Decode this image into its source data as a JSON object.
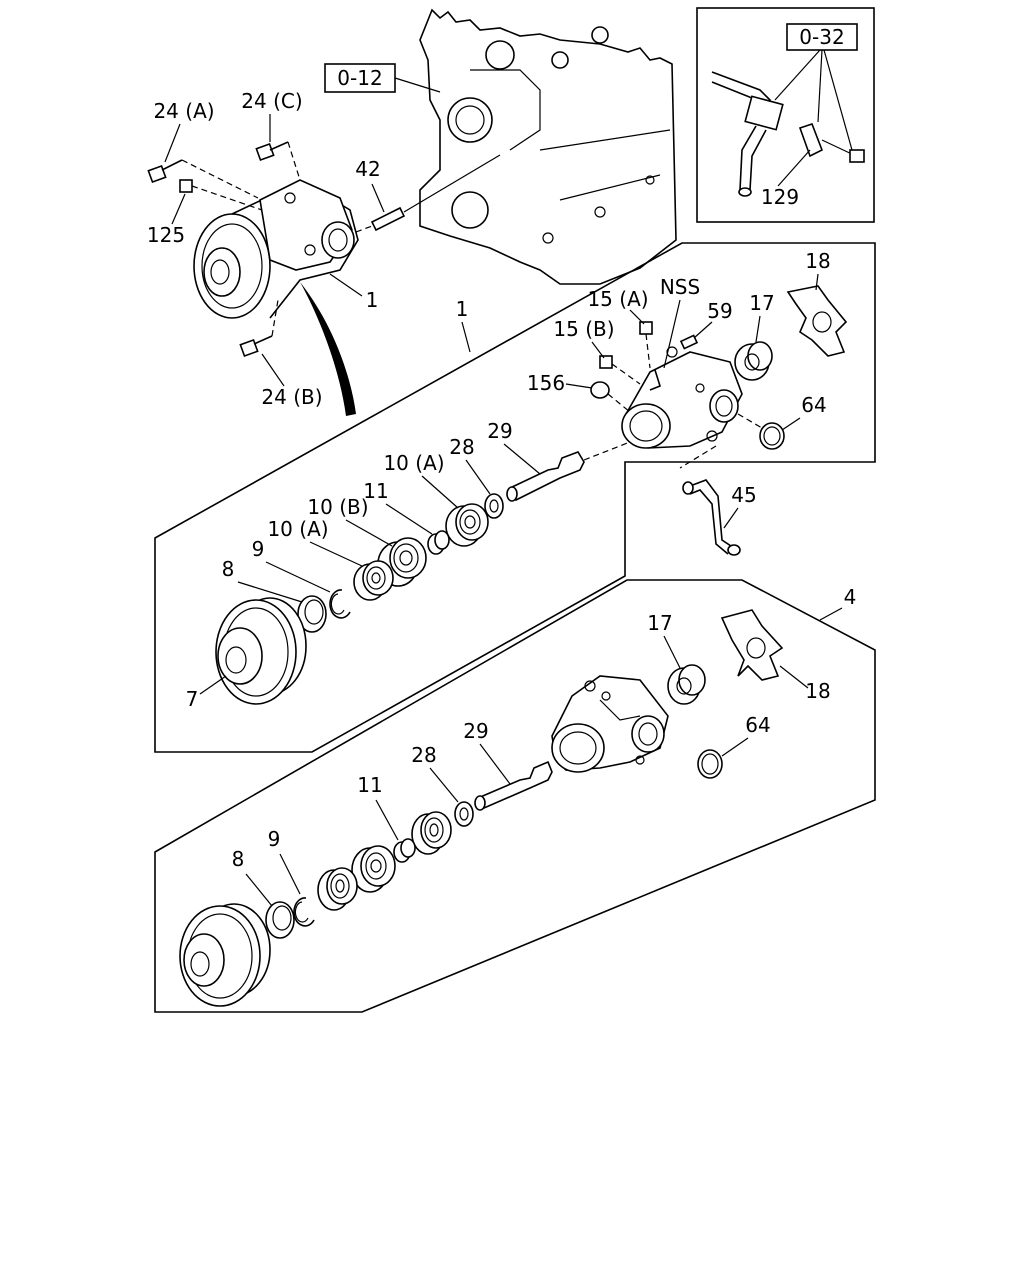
{
  "references": {
    "engine_block": "0-12",
    "bracket_view": "0-32"
  },
  "labels": {
    "bolt_a": "24 (A)",
    "bolt_c": "24 (C)",
    "bolt_b": "24 (B)",
    "nut_125": "125",
    "stud_42": "42",
    "pump_assy_top": "1",
    "pump_assy_main": "1",
    "pipe_129": "129",
    "nss": "NSS",
    "plug_15a": "15 (A)",
    "plug_15b": "15 (B)",
    "stud_59": "59",
    "seal_17_top": "17",
    "impeller_18_top": "18",
    "sleeve_156": "156",
    "oring_64_top": "64",
    "shaft_29_top": "29",
    "washer_28_top": "28",
    "bearing_10a_top": "10 (A)",
    "spacer_11_top": "11",
    "bearing_10b": "10 (B)",
    "bearing_10a_lower": "10 (A)",
    "snap_ring_9_top": "9",
    "ring_8_top": "8",
    "pulley_7": "7",
    "pipe_45": "45",
    "pump_assy_4": "4",
    "seal_17_low": "17",
    "impeller_18_low": "18",
    "shaft_29_low": "29",
    "oring_64_low": "64",
    "washer_28_low": "28",
    "spacer_11_low": "11",
    "snap_ring_9_low": "9",
    "ring_8_low": "8"
  }
}
